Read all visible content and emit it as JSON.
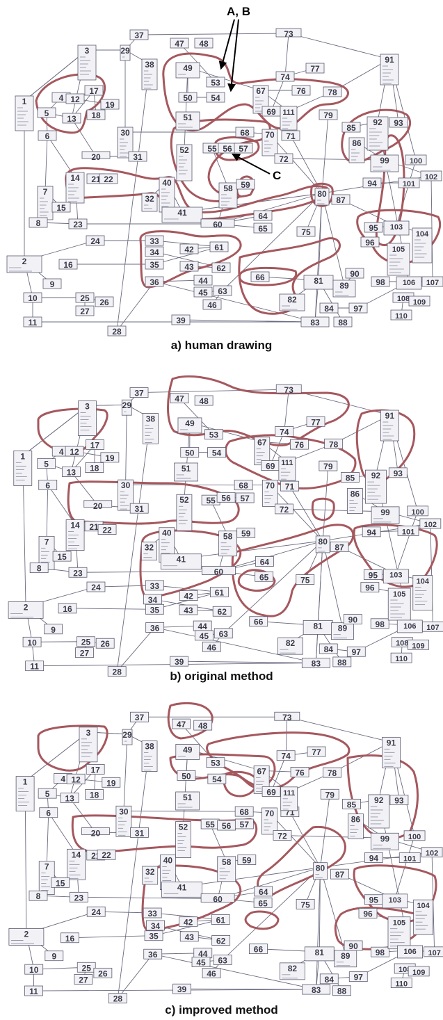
{
  "panels": [
    {
      "id": "a",
      "caption": "a) human drawing"
    },
    {
      "id": "b",
      "caption": "b) original method"
    },
    {
      "id": "c",
      "caption": "c) improved method"
    }
  ],
  "annotations": {
    "ab": "A, B",
    "c": "C"
  },
  "colors": {
    "cluster": "#a5585e",
    "edge": "#6b6b80",
    "node": "#f2f2f6",
    "node_border": "#5a5a70",
    "label": "#3a3a4a"
  },
  "nodes": [
    "1",
    "2",
    "3",
    "4",
    "5",
    "6",
    "7",
    "8",
    "9",
    "10",
    "11",
    "12",
    "13",
    "14",
    "15",
    "16",
    "17",
    "18",
    "19",
    "20",
    "21",
    "22",
    "23",
    "24",
    "25",
    "26",
    "27",
    "28",
    "29",
    "30",
    "31",
    "32",
    "33",
    "34",
    "35",
    "36",
    "37",
    "38",
    "39",
    "40",
    "41",
    "42",
    "43",
    "44",
    "45",
    "46",
    "47",
    "48",
    "49",
    "50",
    "51",
    "52",
    "53",
    "54",
    "55",
    "56",
    "57",
    "58",
    "59",
    "60",
    "61",
    "62",
    "63",
    "64",
    "65",
    "66",
    "67",
    "68",
    "69",
    "70",
    "71",
    "72",
    "73",
    "74",
    "75",
    "76",
    "77",
    "78",
    "79",
    "80",
    "81",
    "82",
    "83",
    "84",
    "85",
    "86",
    "87",
    "88",
    "89",
    "90",
    "91",
    "92",
    "93",
    "94",
    "95",
    "96",
    "97",
    "98",
    "99",
    "100",
    "101",
    "102",
    "103",
    "104",
    "105",
    "106",
    "107",
    "108",
    "109",
    "110",
    "111"
  ]
}
